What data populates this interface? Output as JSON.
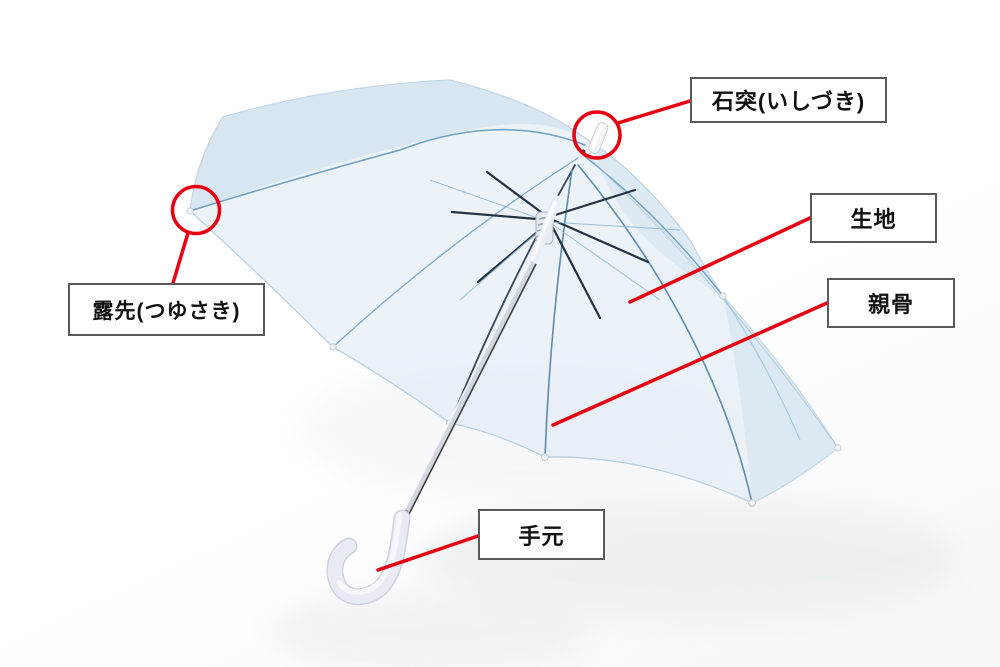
{
  "diagram": {
    "type": "labeled-parts-diagram",
    "subject_image": "transparent-vinyl-umbrella"
  },
  "labels": {
    "ishizuki": "石突(いしづき)",
    "kiji": "生地",
    "oyabone": "親骨",
    "tsuyusaki": "露先(つゆさき)",
    "temoto": "手元"
  },
  "colors": {
    "leader_red": "#e60012",
    "label_border": "#595959",
    "label_background": "#ffffff",
    "label_text": "#111111",
    "canopy_tint": "#dfeaf3",
    "canopy_edge": "#a8c4d8",
    "rib_blue": "#6fa0bf",
    "stretcher_dark": "#243241",
    "shaft_metal": "#d3d8de",
    "handle_white": "#e8ebf3"
  }
}
